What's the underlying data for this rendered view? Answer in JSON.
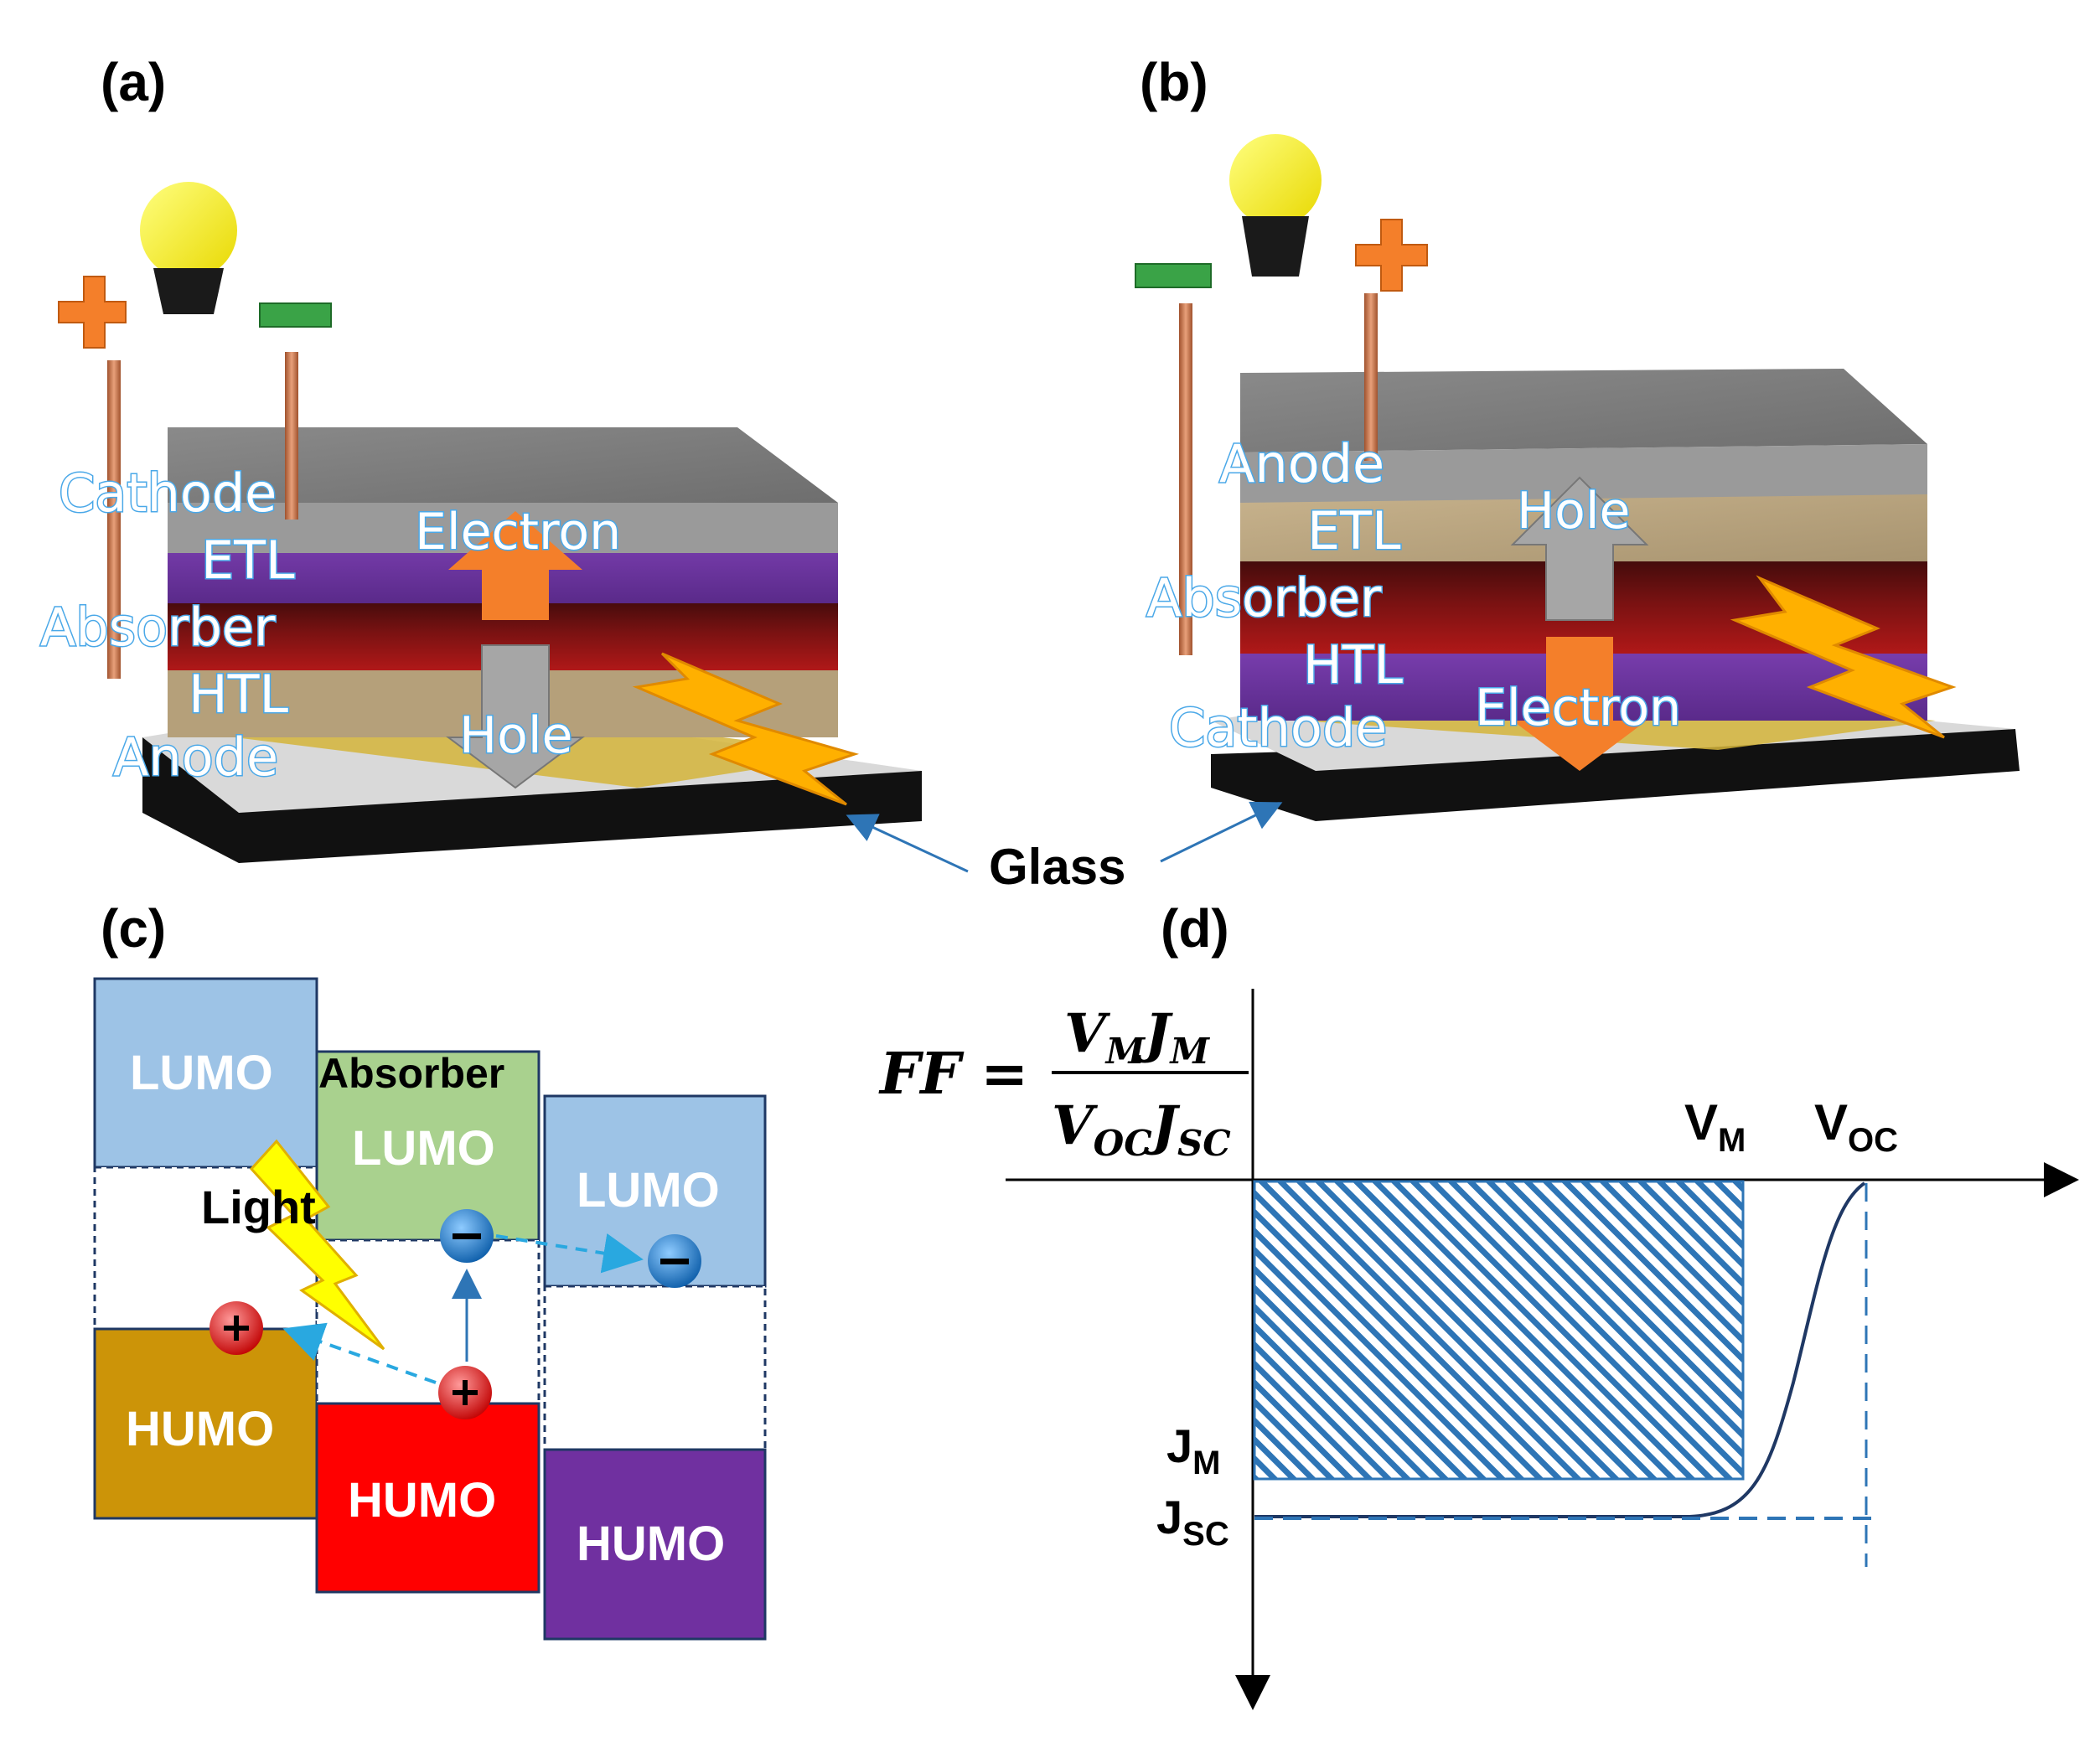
{
  "panels": {
    "a": {
      "label": "(a)",
      "layers": [
        "Cathode",
        "ETL",
        "Absorber",
        "HTL",
        "Anode"
      ],
      "arrow_up": "Electron",
      "arrow_down": "Hole",
      "terminal_left": "+",
      "terminal_right": "−"
    },
    "b": {
      "label": "(b)",
      "layers": [
        "Anode",
        "ETL",
        "Absorber",
        "HTL",
        "Cathode"
      ],
      "arrow_up": "Hole",
      "arrow_down": "Electron",
      "terminal_left": "−",
      "terminal_right": "+"
    },
    "glass": "Glass",
    "c": {
      "label": "(c)",
      "light": "Light",
      "absorber": "Absorber",
      "lumo": "LUMO",
      "humo": "HUMO",
      "colors": {
        "left_lumo": "#9dc3e6",
        "left_humo": "#cc9408",
        "mid_lumo": "#a9d18e",
        "mid_humo": "#ff0000",
        "right_lumo": "#9dc3e6",
        "right_humo": "#7030a0"
      }
    },
    "d": {
      "label": "(d)",
      "formula": {
        "lhs": "FF =",
        "numerator": "VMJM",
        "denominator": "VOCJSC"
      },
      "labels": {
        "vm": "V",
        "vm_sub": "M",
        "voc": "V",
        "voc_sub": "OC",
        "jm": "J",
        "jm_sub": "M",
        "jsc": "J",
        "jsc_sub": "SC"
      }
    }
  },
  "colors": {
    "hatch": "#2e75b6",
    "curve": "#1f3864",
    "arrow_orange": "#f47f2a",
    "arrow_gray": "#a6a6a6"
  }
}
